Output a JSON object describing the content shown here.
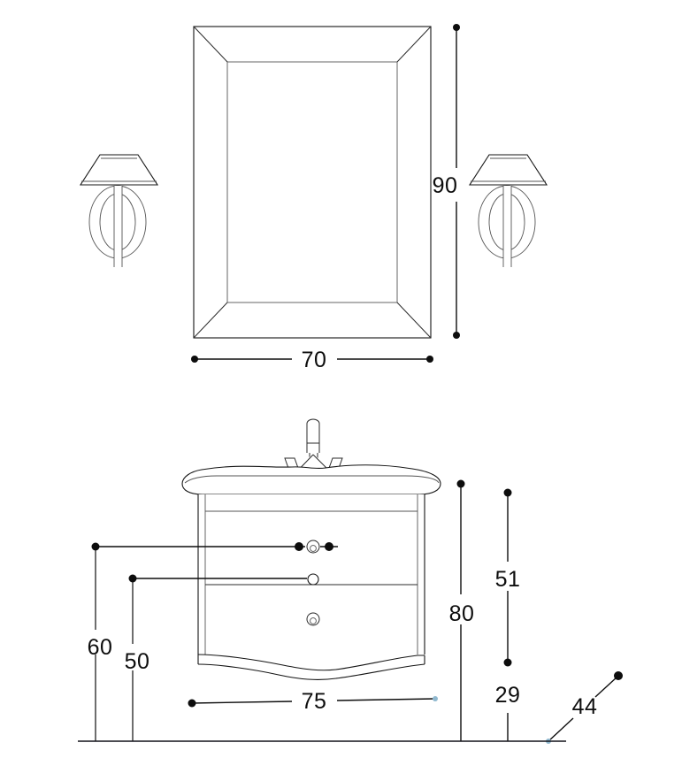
{
  "drawing": {
    "title": "Bathroom vanity and mirror dimension drawing",
    "units_note": "",
    "background_color": "#ffffff",
    "line_color": "#141414",
    "text_color": "#0d0d0d",
    "accent_dot_color": "#8fb8cf"
  },
  "views": {
    "upper": {
      "name": "mirror-elevation",
      "components": [
        {
          "name": "beveled-mirror",
          "label": ""
        },
        {
          "name": "wall-sconce-left",
          "label": ""
        },
        {
          "name": "wall-sconce-right",
          "label": ""
        }
      ]
    },
    "lower": {
      "name": "vanity-elevation",
      "components": [
        {
          "name": "faucet",
          "label": ""
        },
        {
          "name": "countertop-basin",
          "label": ""
        },
        {
          "name": "upper-drawer",
          "label": ""
        },
        {
          "name": "lower-drawer",
          "label": ""
        },
        {
          "name": "wavy-skirt",
          "label": ""
        }
      ]
    }
  },
  "dimensions": {
    "mirror_height": {
      "value": "90",
      "name": "dim-mirror-height",
      "orientation": "vertical"
    },
    "mirror_width": {
      "value": "70",
      "name": "dim-mirror-width",
      "orientation": "horizontal"
    },
    "upper_handle_height": {
      "value": "60",
      "name": "dim-upper-handle-height",
      "orientation": "vertical"
    },
    "lower_handle_height": {
      "value": "50",
      "name": "dim-lower-handle-height",
      "orientation": "vertical"
    },
    "cabinet_width": {
      "value": "75",
      "name": "dim-cabinet-width",
      "orientation": "horizontal"
    },
    "cabinet_total_height": {
      "value": "80",
      "name": "dim-cabinet-total-height",
      "orientation": "vertical"
    },
    "cabinet_upper_section": {
      "value": "51",
      "name": "dim-cabinet-upper-section",
      "orientation": "vertical"
    },
    "cabinet_lower_section": {
      "value": "29",
      "name": "dim-cabinet-lower-section",
      "orientation": "vertical"
    },
    "cabinet_depth": {
      "value": "44",
      "name": "dim-cabinet-depth",
      "orientation": "diagonal"
    }
  }
}
